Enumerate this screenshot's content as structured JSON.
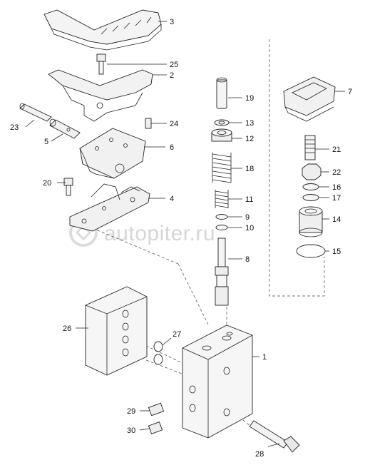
{
  "watermark": "autopiter.ru",
  "callouts": {
    "c1": "1",
    "c2": "2",
    "c3": "3",
    "c4": "4",
    "c5": "5",
    "c6": "6",
    "c7": "7",
    "c8": "8",
    "c9": "9",
    "c10": "10",
    "c11": "11",
    "c12": "12",
    "c13": "13",
    "c14": "14",
    "c15": "15",
    "c16": "16",
    "c17": "17",
    "c18": "18",
    "c19": "19",
    "c20": "20",
    "c21": "21",
    "c22": "22",
    "c23": "23",
    "c24": "24",
    "c25": "25",
    "c26": "26",
    "c27": "27",
    "c28": "28",
    "c29": "29",
    "c30": "30"
  }
}
